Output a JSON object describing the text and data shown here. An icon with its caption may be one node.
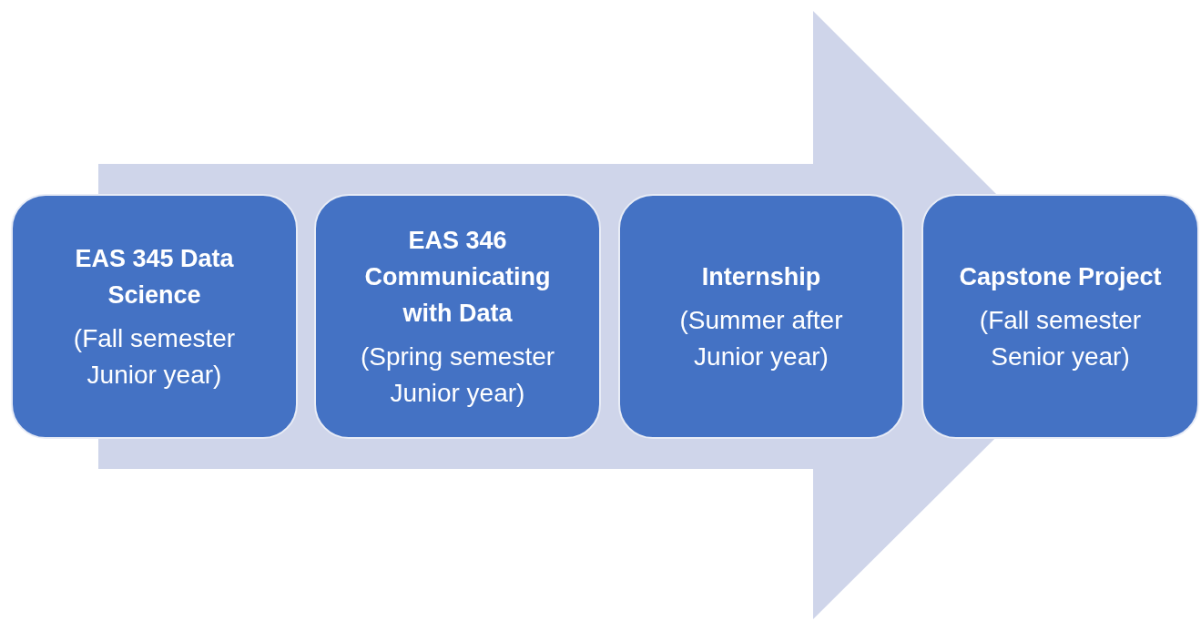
{
  "diagram": {
    "nodes": [
      {
        "text": [
          "EAS 345 Data Science",
          "(Fall semester Junior year)"
        ]
      },
      {
        "text": [
          "EAS 346 Communicating with Data",
          "(Spring semester Junior year)"
        ]
      },
      {
        "text": [
          "Internship",
          "(Summer after Junior year)"
        ]
      },
      {
        "text": [
          "Capstone Project",
          "(Fall semester Senior year)"
        ]
      }
    ],
    "edges": [
      {
        "from": 0,
        "to": 3,
        "arrow": "to"
      }
    ]
  }
}
